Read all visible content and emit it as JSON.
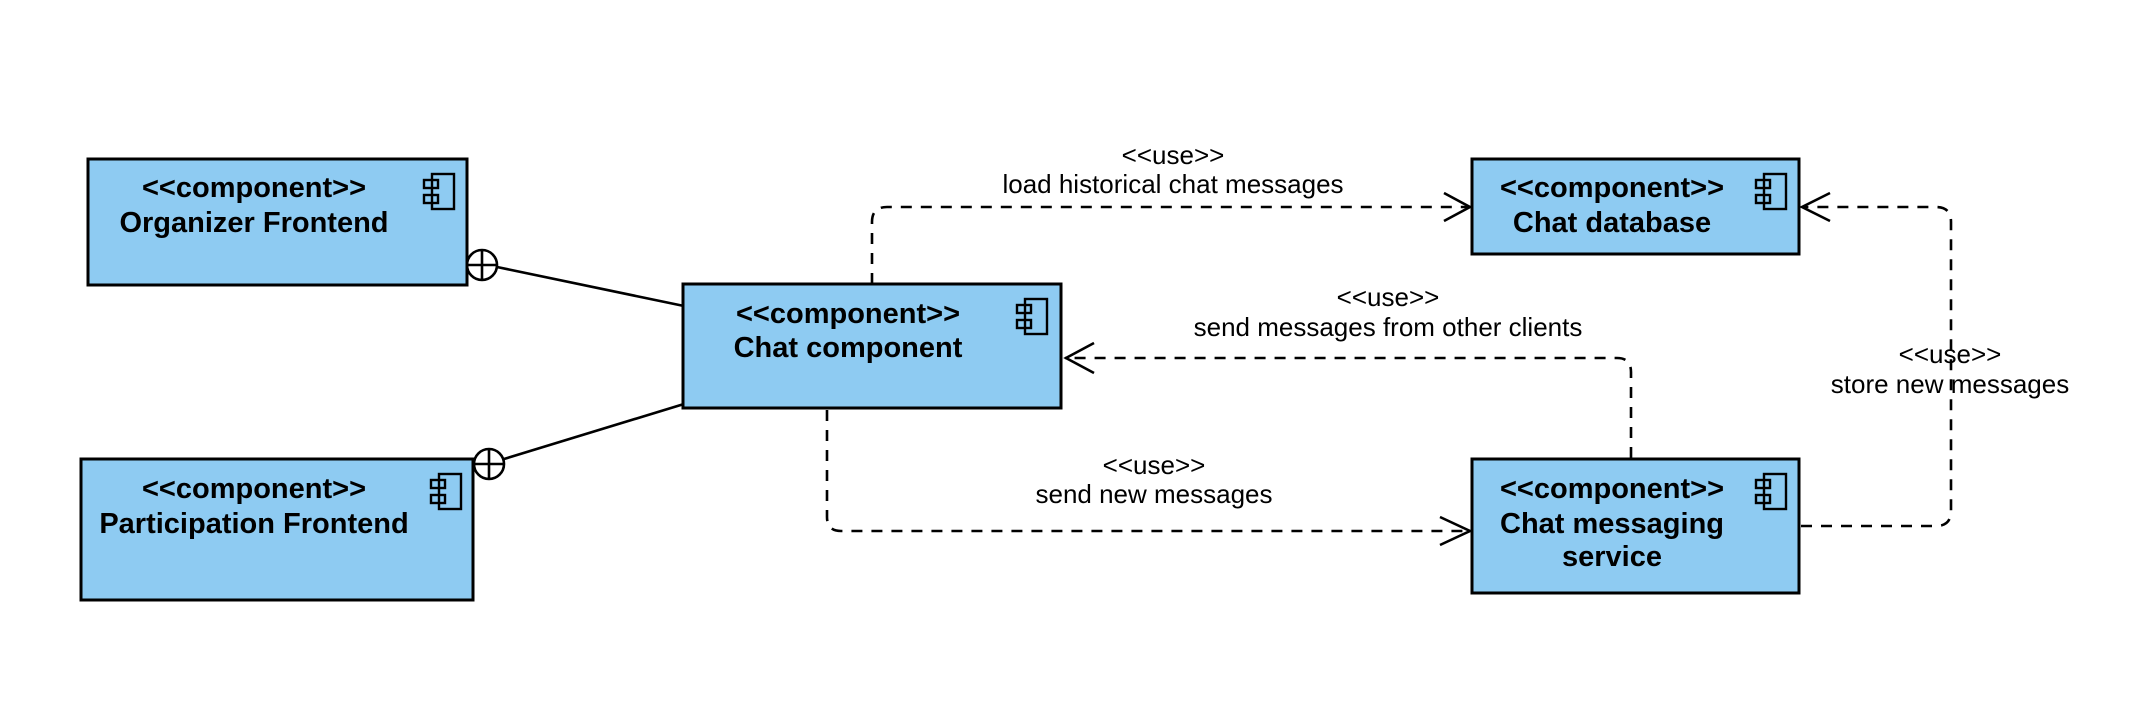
{
  "components": {
    "organizer_frontend": {
      "stereotype": "<<component>>",
      "name_lines": [
        "Organizer Frontend"
      ]
    },
    "participation_frontend": {
      "stereotype": "<<component>>",
      "name_lines": [
        "Participation Frontend"
      ]
    },
    "chat_component": {
      "stereotype": "<<component>>",
      "name_lines": [
        "Chat component"
      ]
    },
    "chat_database": {
      "stereotype": "<<component>>",
      "name_lines": [
        "Chat database"
      ]
    },
    "chat_messaging_service": {
      "stereotype": "<<component>>",
      "name_lines": [
        "Chat messaging",
        "service"
      ]
    }
  },
  "dependencies": {
    "load_history": {
      "stereotype": "<<use>>",
      "label": "load historical chat messages"
    },
    "send_from_others": {
      "stereotype": "<<use>>",
      "label": "send messages from other clients"
    },
    "send_new": {
      "stereotype": "<<use>>",
      "label": "send new messages"
    },
    "store_new": {
      "stereotype": "<<use>>",
      "label": "store new messages"
    }
  },
  "colors": {
    "component_fill": "#8ecbf2",
    "line": "#000000",
    "background": "#ffffff"
  },
  "icons": {
    "component": "component-icon",
    "interface": "provided-interface-icon"
  }
}
